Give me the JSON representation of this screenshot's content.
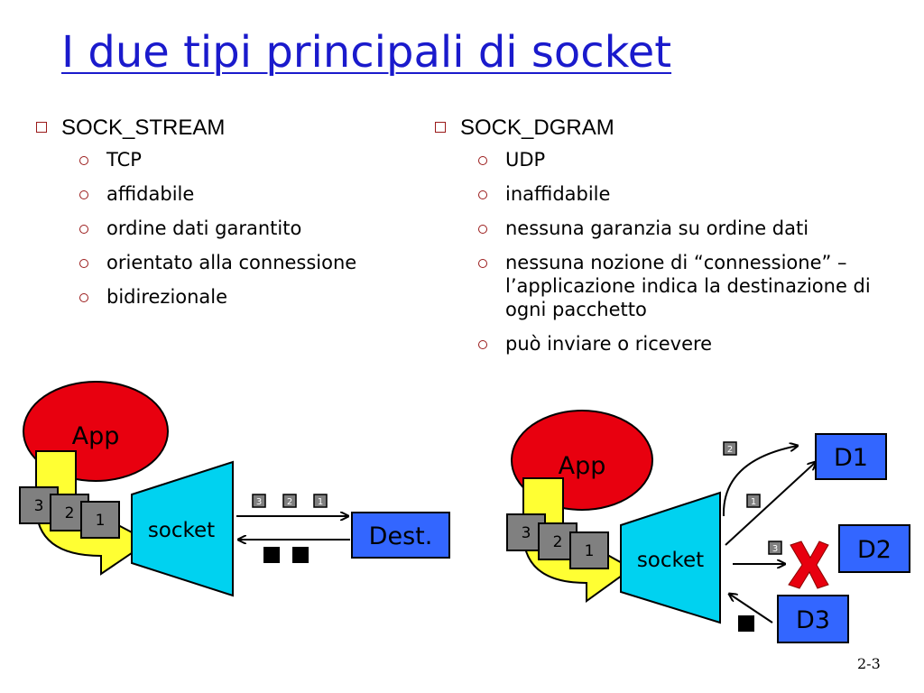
{
  "title": "I due tipi principali di socket",
  "left": {
    "heading": "SOCK_STREAM",
    "items": [
      "TCP",
      "affidabile",
      "ordine dati garantito",
      "orientato alla connessione",
      "bidirezionale"
    ]
  },
  "right": {
    "heading": "SOCK_DGRAM",
    "items": [
      "UDP",
      "inaffidabile",
      "nessuna garanzia su ordine dati",
      "nessuna nozione di “connessione” – l’applicazione indica la destinazione di ogni pacchetto",
      "può inviare o ricevere"
    ]
  },
  "diagram_stream": {
    "app": "App",
    "socket": "socket",
    "dest": "Dest.",
    "packets_queue": [
      "3",
      "2",
      "1"
    ],
    "packets_wire": [
      "3",
      "2",
      "1"
    ]
  },
  "diagram_dgram": {
    "app": "App",
    "socket": "socket",
    "packets_queue": [
      "3",
      "2",
      "1"
    ],
    "pkt_d1": "2",
    "pkt_mid": "1",
    "pkt_d2": "3",
    "d1": "D1",
    "d2": "D2",
    "d3": "D3"
  },
  "page_number": "2-3",
  "colors": {
    "title": "#1a1acc",
    "app": "#e8000f",
    "socket": "#00d2f0",
    "arrow": "#ffff33",
    "dest": "#3366ff",
    "packet": "#808080"
  }
}
